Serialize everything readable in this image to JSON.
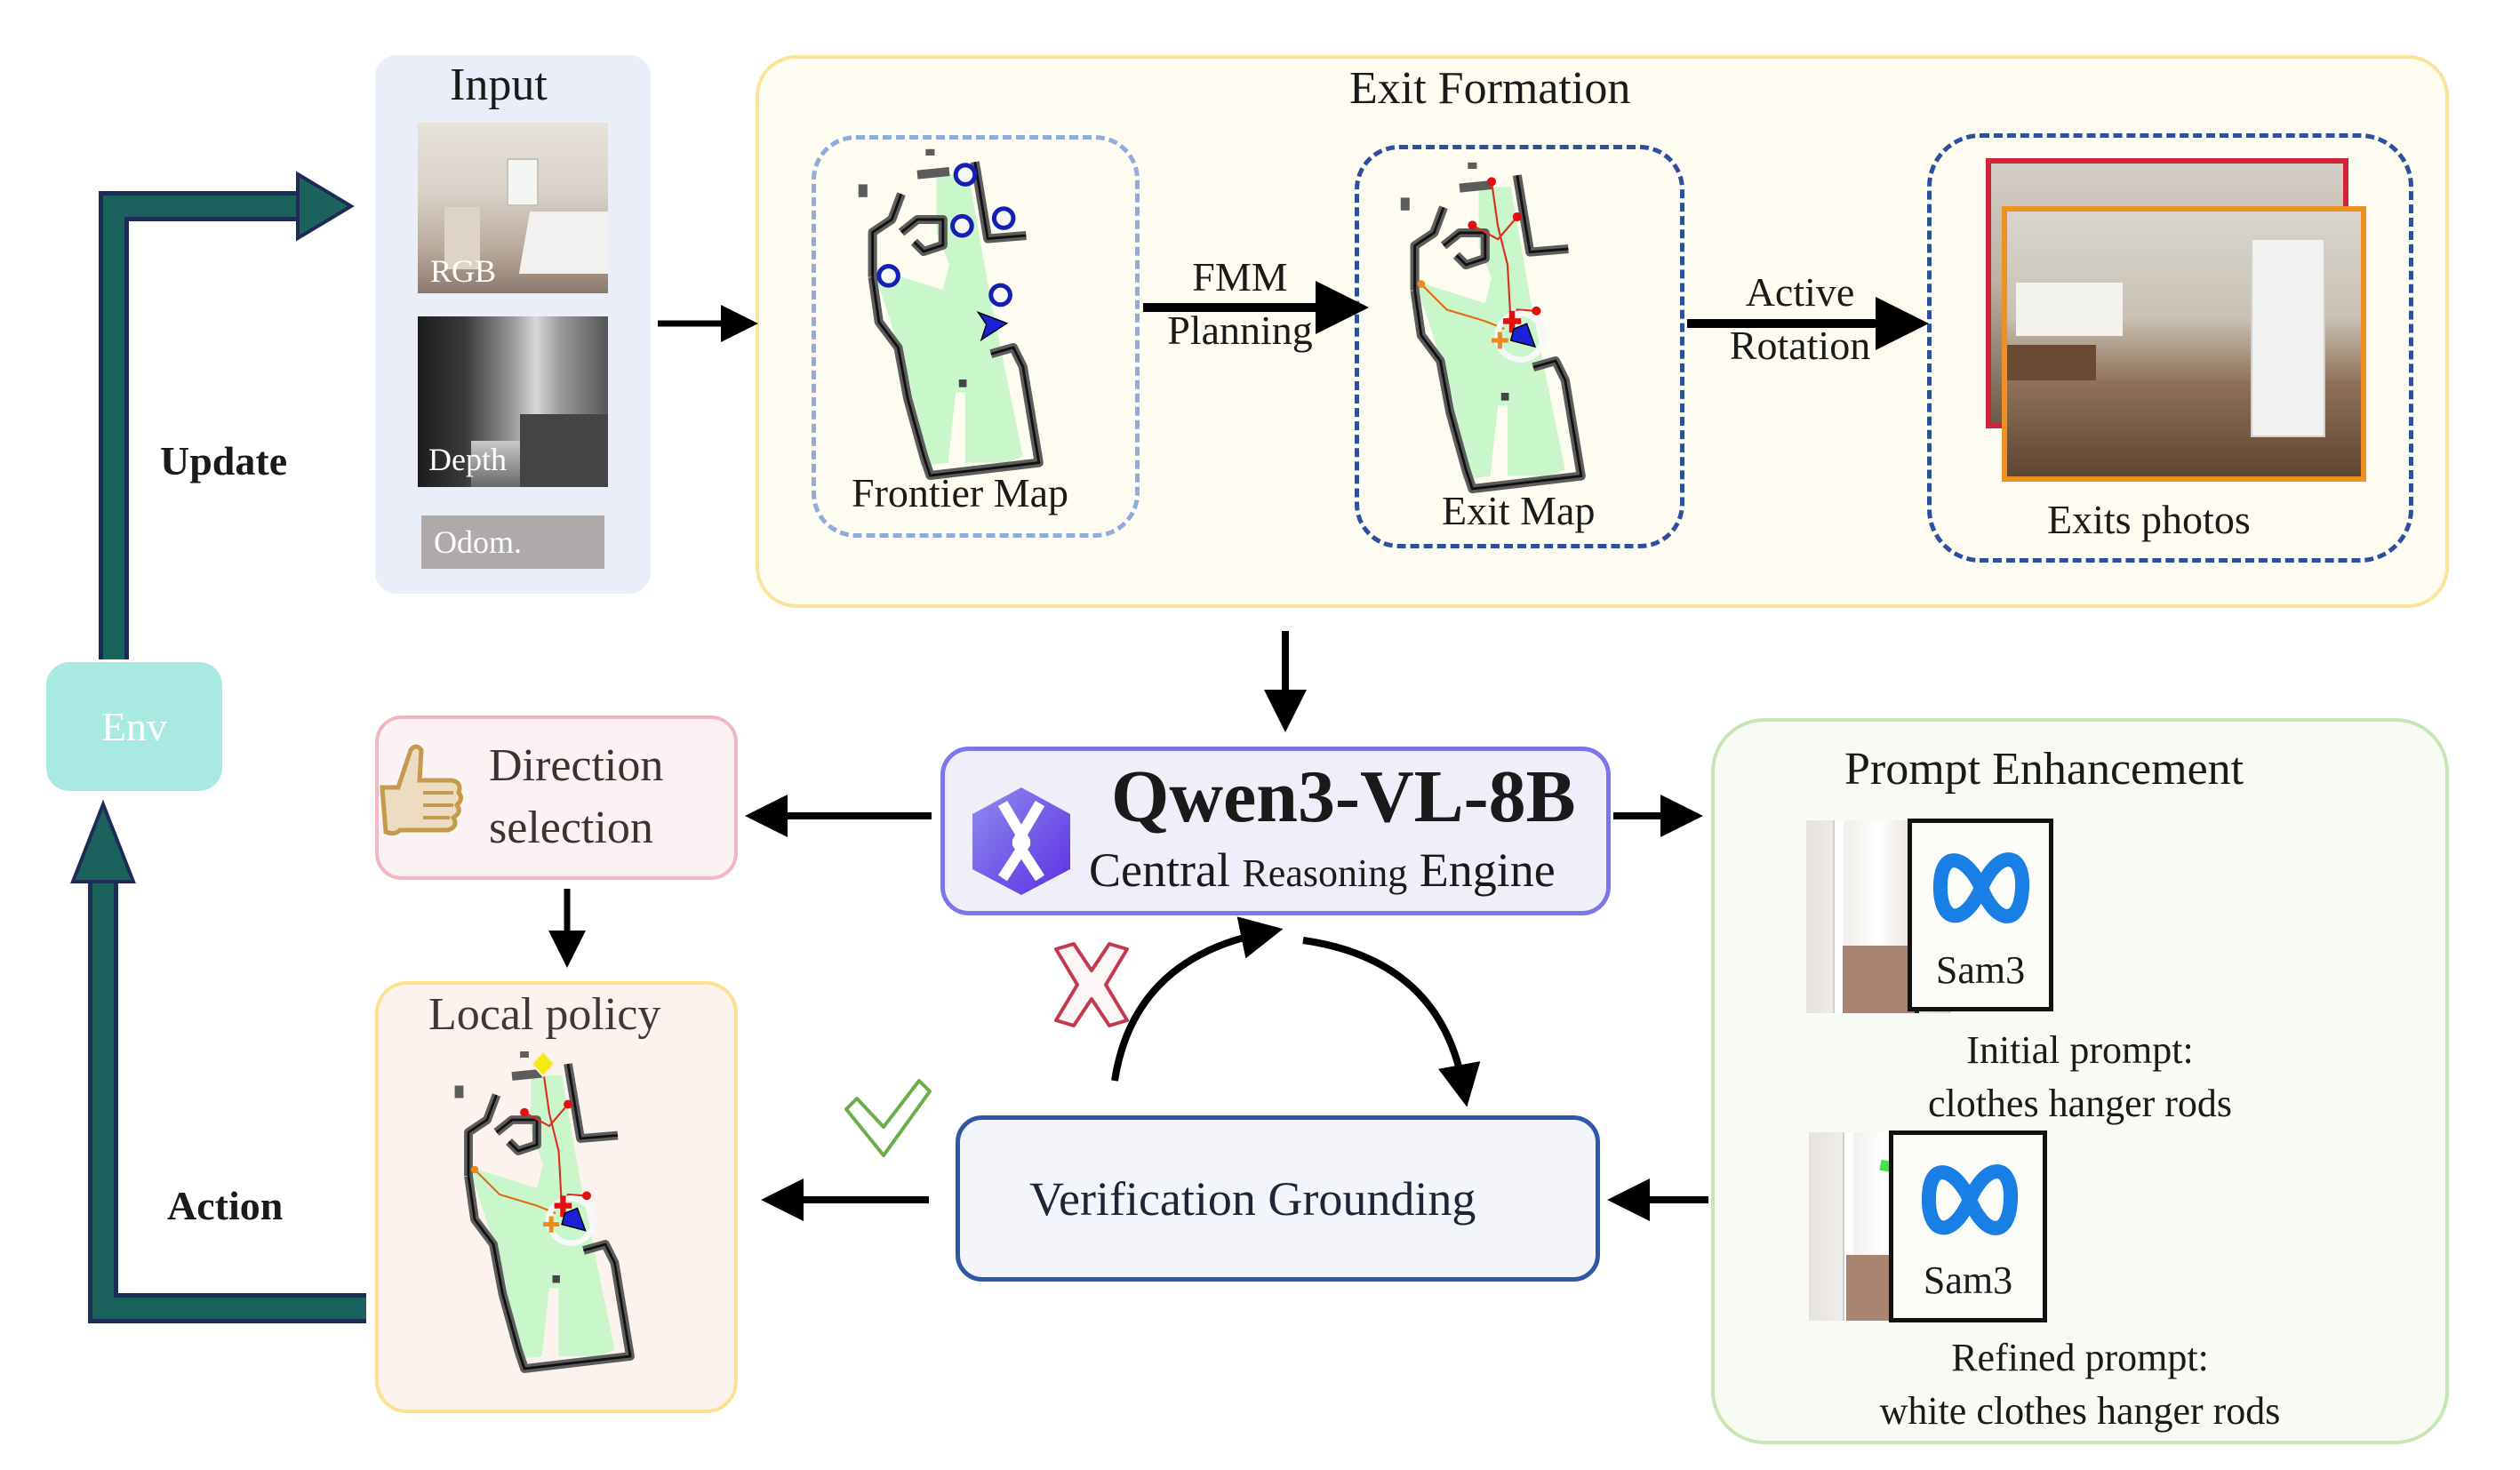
{
  "input": {
    "title": "Input",
    "rgb_label": "RGB",
    "depth_label": "Depth",
    "odom_label": "Odom."
  },
  "loop": {
    "update_label": "Update",
    "action_label": "Action",
    "env_label": "Env"
  },
  "exit_formation": {
    "title": "Exit Formation",
    "frontier_map_label": "Frontier Map",
    "fmm_label_line1": "FMM",
    "fmm_label_line2": "Planning",
    "exit_map_label": "Exit Map",
    "rotation_label_line1": "Active",
    "rotation_label_line2": "Rotation",
    "exits_photos_label": "Exits photos"
  },
  "engine": {
    "model_name": "Qwen3-VL-8B",
    "subtitle_part1": "Central ",
    "subtitle_part2": "Reasoning",
    "subtitle_part3": " Engine",
    "logo_icon": "qwen-logo-icon"
  },
  "direction_selection": {
    "line1": "Direction",
    "line2": "selection",
    "icon": "thumbs-up-icon"
  },
  "local_policy": {
    "title": "Local policy"
  },
  "verification": {
    "title": "Verification Grounding",
    "success_icon": "check-icon",
    "fail_icon": "cross-icon"
  },
  "prompt_enhancement": {
    "title": "Prompt Enhancement",
    "tool_name": "Sam3",
    "initial_prompt_label": "Initial prompt:",
    "initial_prompt_value": "clothes hanger rods",
    "refined_prompt_label": "Refined prompt:",
    "refined_prompt_value": "white clothes hanger rods"
  },
  "colors": {
    "loop_arrow": "#1b625c",
    "loop_arrow_outline": "#1d2c55",
    "frontier_marker": "#1420b4",
    "exit_marker_red": "#e01010",
    "exit_marker_orange": "#f0861c",
    "goal_marker": "#f5ea12",
    "free_space": "#c9f6cb",
    "obstacle": "#5a5a5a"
  }
}
